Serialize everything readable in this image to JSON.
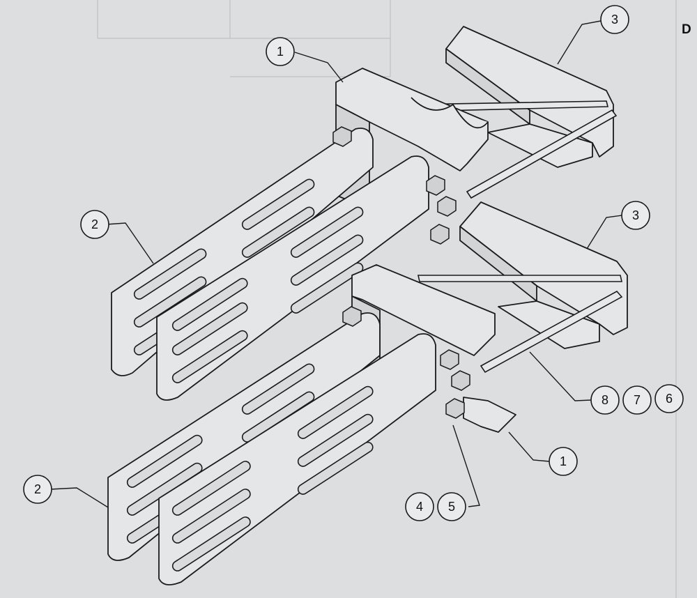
{
  "sheet": {
    "corner_letter": "D"
  },
  "callouts": [
    {
      "id": "c1-top",
      "label": "1"
    },
    {
      "id": "c3-top",
      "label": "3"
    },
    {
      "id": "c3-mid",
      "label": "3"
    },
    {
      "id": "c2-upper",
      "label": "2"
    },
    {
      "id": "c2-lower",
      "label": "2"
    },
    {
      "id": "c8",
      "label": "8"
    },
    {
      "id": "c7",
      "label": "7"
    },
    {
      "id": "c6",
      "label": "6"
    },
    {
      "id": "c1-bottom",
      "label": "1"
    },
    {
      "id": "c4",
      "label": "4"
    },
    {
      "id": "c5",
      "label": "5"
    }
  ],
  "colors": {
    "paper": "#dcdedf",
    "ink": "#1a1a1a",
    "part_fill": "#e4e6e7"
  }
}
